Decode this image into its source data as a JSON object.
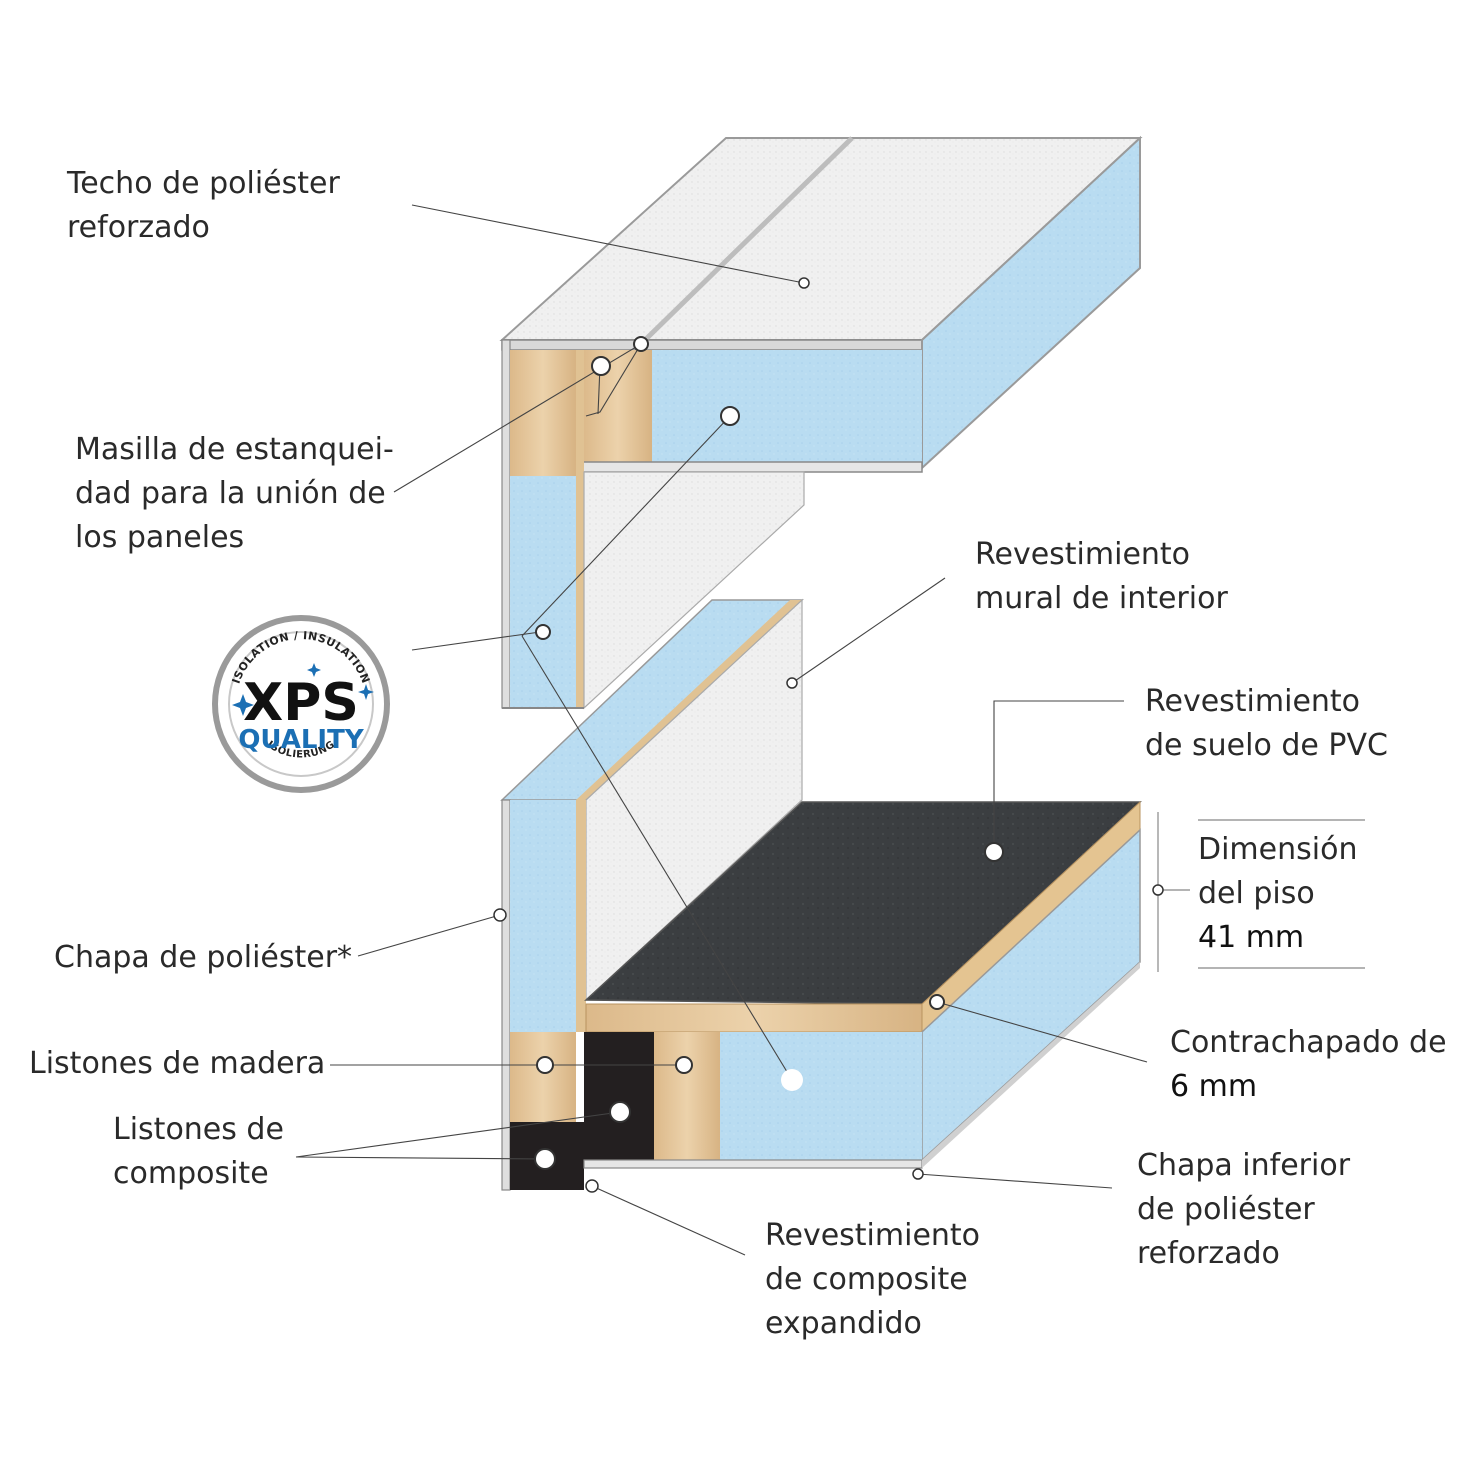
{
  "labels": {
    "techo": [
      "Techo de poliéster",
      "reforzado"
    ],
    "masilla": [
      "Masilla de estanquei-",
      "dad para la unión de",
      "los paneles"
    ],
    "revestimiento_mural": [
      "Revestimiento",
      "mural de interior"
    ],
    "revestimiento_suelo": [
      "Revestimiento",
      "de suelo de PVC"
    ],
    "dimension": [
      "Dimensión",
      "del piso",
      "41 mm"
    ],
    "chapa": "Chapa de poliéster*",
    "listones_madera": "Listones de madera",
    "listones_composite": [
      "Listones de",
      "composite"
    ],
    "contrachapado": [
      "Contrachapado de",
      "6 mm"
    ],
    "chapa_inferior": [
      "Chapa inferior",
      "de poliéster",
      "reforzado"
    ],
    "revestimiento_composite": [
      "Revestimiento",
      "de composite",
      "expandido"
    ]
  },
  "badge": {
    "top": "ISOLATION / INSULATION",
    "main": "XPS",
    "sub": "QUALITY",
    "bottom": "ISOLIERUNG"
  },
  "colors": {
    "xps_blue": "#b9dcf1",
    "wood": "#e9cda2",
    "pvc_dark": "#3b3e41",
    "composite_black": "#231f20",
    "panel_white": "#f2f2f2",
    "badge_blue": "#1b6fb4"
  }
}
